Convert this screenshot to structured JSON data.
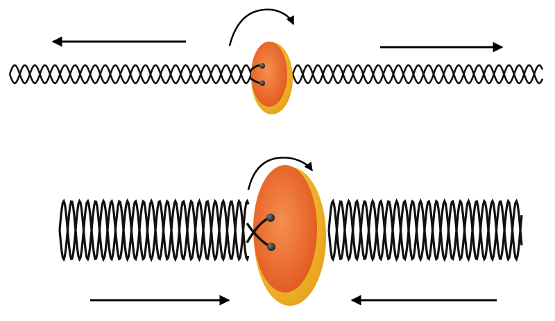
{
  "colors": {
    "background": "#ffffff",
    "strand": "#111111",
    "arrow": "#000000",
    "enzyme_body": "#f07a3a",
    "enzyme_body_dark": "#e0561f",
    "enzyme_rim": "#f7c52e",
    "enzyme_rim_dark": "#e6a41a",
    "bead": "#3a3a3a"
  },
  "panels": [
    {
      "id": "top",
      "description_free": true,
      "enzyme_icon": "enzyme-disc",
      "rotation_icon": "clockwise-rotation-arrow",
      "arrows": [
        {
          "name": "left-pull-arrow",
          "direction": "left"
        },
        {
          "name": "right-pull-arrow",
          "direction": "right"
        }
      ]
    },
    {
      "id": "bottom",
      "enzyme_icon": "enzyme-disc",
      "rotation_icon": "clockwise-rotation-arrow",
      "arrows": [
        {
          "name": "left-push-arrow",
          "direction": "right"
        },
        {
          "name": "right-push-arrow",
          "direction": "left"
        }
      ]
    }
  ]
}
